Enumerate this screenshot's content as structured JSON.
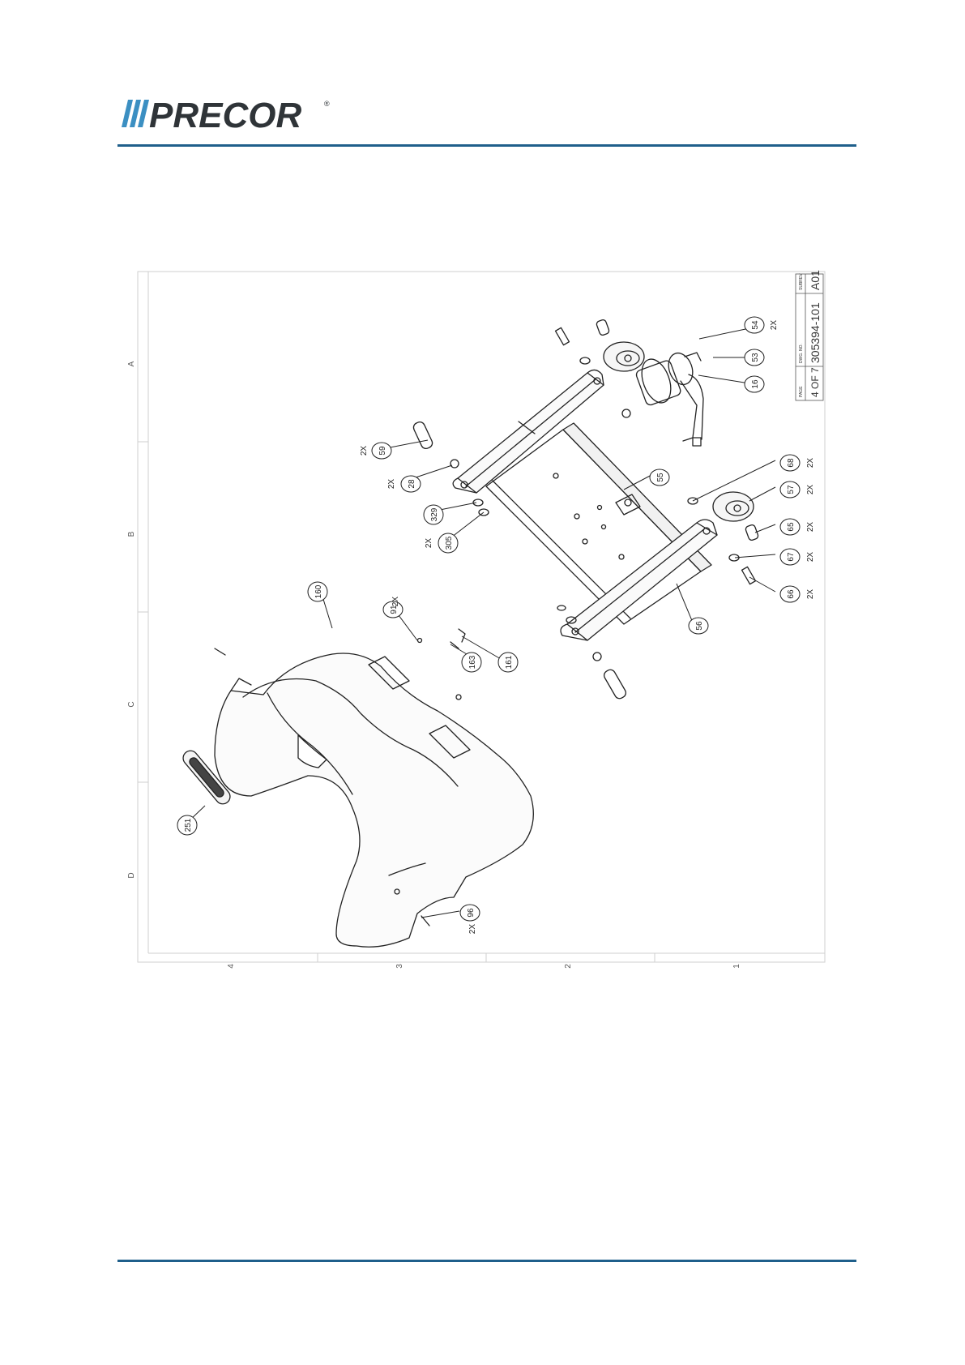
{
  "header": {
    "brand": "PRECOR",
    "registered": "®"
  },
  "border": {
    "rows": [
      "A",
      "B",
      "C",
      "D"
    ],
    "columns": [
      "4",
      "3",
      "2",
      "1"
    ]
  },
  "title_block": {
    "page_label": "PAGE",
    "page_value": "4 OF 7",
    "dwg_label": "DWG. NO.",
    "dwg_value": "305394-101",
    "subrev_label": "SUBREV",
    "subrev_value": "A01"
  },
  "callouts": [
    {
      "num": "54",
      "qty": "2X"
    },
    {
      "num": "53",
      "qty": ""
    },
    {
      "num": "16",
      "qty": ""
    },
    {
      "num": "59",
      "qty": "2X"
    },
    {
      "num": "28",
      "qty": "2X"
    },
    {
      "num": "329",
      "qty": ""
    },
    {
      "num": "305",
      "qty": "2X"
    },
    {
      "num": "55",
      "qty": ""
    },
    {
      "num": "68",
      "qty": "2X"
    },
    {
      "num": "57",
      "qty": "2X"
    },
    {
      "num": "65",
      "qty": "2X"
    },
    {
      "num": "67",
      "qty": "2X"
    },
    {
      "num": "66",
      "qty": "2X"
    },
    {
      "num": "56",
      "qty": ""
    },
    {
      "num": "160",
      "qty": ""
    },
    {
      "num": "91",
      "qty": "2X"
    },
    {
      "num": "163",
      "qty": ""
    },
    {
      "num": "161",
      "qty": ""
    },
    {
      "num": "251",
      "qty": ""
    },
    {
      "num": "96",
      "qty": "2X"
    }
  ],
  "colors": {
    "accent": "#1f5f8b",
    "logo": "#2f3438",
    "logo_stripes": "#3b8fc2"
  }
}
